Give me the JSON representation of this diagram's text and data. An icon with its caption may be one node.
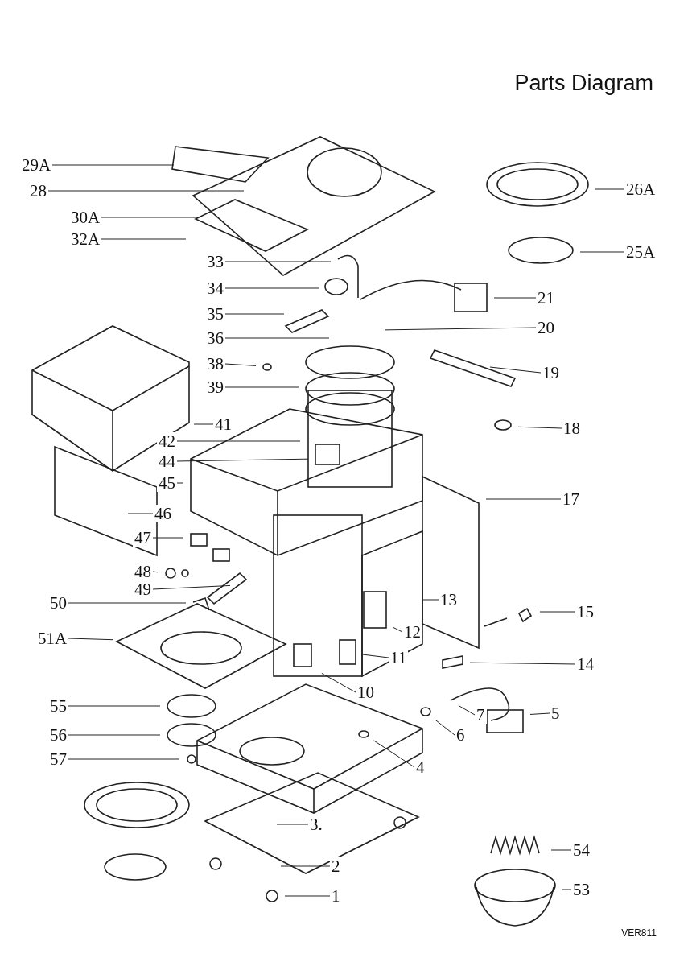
{
  "diagram": {
    "title": "Parts Diagram",
    "nodes": [
      {
        "text": [
          "29A"
        ]
      },
      {
        "text": [
          "28"
        ]
      },
      {
        "text": [
          "26A"
        ]
      },
      {
        "text": [
          "30A"
        ]
      },
      {
        "text": [
          "32A"
        ]
      },
      {
        "text": [
          "25A"
        ]
      },
      {
        "text": [
          "33"
        ]
      },
      {
        "text": [
          "34"
        ]
      },
      {
        "text": [
          "21"
        ]
      },
      {
        "text": [
          "35"
        ]
      },
      {
        "text": [
          "20"
        ]
      },
      {
        "text": [
          "36"
        ]
      },
      {
        "text": [
          "38"
        ]
      },
      {
        "text": [
          "19"
        ]
      },
      {
        "text": [
          "39"
        ]
      },
      {
        "text": [
          "41"
        ]
      },
      {
        "text": [
          "18"
        ]
      },
      {
        "text": [
          "42"
        ]
      },
      {
        "text": [
          "44"
        ]
      },
      {
        "text": [
          "45"
        ]
      },
      {
        "text": [
          "17"
        ]
      },
      {
        "text": [
          "46"
        ]
      },
      {
        "text": [
          "47"
        ]
      },
      {
        "text": [
          "48"
        ]
      },
      {
        "text": [
          "49"
        ]
      },
      {
        "text": [
          "50"
        ]
      },
      {
        "text": [
          "13"
        ]
      },
      {
        "text": [
          "15"
        ]
      },
      {
        "text": [
          "12"
        ]
      },
      {
        "text": [
          "51A"
        ]
      },
      {
        "text": [
          "11"
        ]
      },
      {
        "text": [
          "14"
        ]
      },
      {
        "text": [
          "10"
        ]
      },
      {
        "text": [
          "55"
        ]
      },
      {
        "text": [
          "5"
        ]
      },
      {
        "text": [
          "7"
        ]
      },
      {
        "text": [
          "6"
        ]
      },
      {
        "text": [
          "56"
        ]
      },
      {
        "text": [
          "57"
        ]
      },
      {
        "text": [
          "4"
        ]
      },
      {
        "text": [
          "3."
        ]
      },
      {
        "text": [
          "54"
        ]
      },
      {
        "text": [
          "2"
        ]
      },
      {
        "text": [
          "53"
        ]
      },
      {
        "text": [
          "1"
        ]
      }
    ],
    "edges": [
      {
        "from": 0,
        "to": null,
        "arrow": "none"
      },
      {
        "from": 1,
        "to": null,
        "arrow": "none"
      },
      {
        "from": 2,
        "to": null,
        "arrow": "none"
      },
      {
        "from": 3,
        "to": null,
        "arrow": "none"
      },
      {
        "from": 4,
        "to": null,
        "arrow": "none"
      },
      {
        "from": 5,
        "to": null,
        "arrow": "none"
      },
      {
        "from": 6,
        "to": null,
        "arrow": "none"
      },
      {
        "from": 7,
        "to": null,
        "arrow": "none"
      },
      {
        "from": 8,
        "to": null,
        "arrow": "none"
      },
      {
        "from": 9,
        "to": null,
        "arrow": "none"
      },
      {
        "from": 10,
        "to": null,
        "arrow": "none"
      },
      {
        "from": 11,
        "to": null,
        "arrow": "none"
      },
      {
        "from": 12,
        "to": null,
        "arrow": "none"
      },
      {
        "from": 13,
        "to": null,
        "arrow": "none"
      },
      {
        "from": 14,
        "to": null,
        "arrow": "none"
      },
      {
        "from": 15,
        "to": null,
        "arrow": "none"
      },
      {
        "from": 16,
        "to": null,
        "arrow": "none"
      },
      {
        "from": 17,
        "to": null,
        "arrow": "none"
      },
      {
        "from": 18,
        "to": null,
        "arrow": "none"
      },
      {
        "from": 19,
        "to": null,
        "arrow": "none"
      },
      {
        "from": 20,
        "to": null,
        "arrow": "none"
      },
      {
        "from": 21,
        "to": null,
        "arrow": "none"
      },
      {
        "from": 22,
        "to": null,
        "arrow": "none"
      },
      {
        "from": 23,
        "to": null,
        "arrow": "none"
      },
      {
        "from": 24,
        "to": null,
        "arrow": "none"
      },
      {
        "from": 25,
        "to": null,
        "arrow": "none"
      },
      {
        "from": 26,
        "to": null,
        "arrow": "none"
      },
      {
        "from": 27,
        "to": null,
        "arrow": "none"
      },
      {
        "from": 28,
        "to": null,
        "arrow": "none"
      },
      {
        "from": 29,
        "to": null,
        "arrow": "none"
      },
      {
        "from": 30,
        "to": null,
        "arrow": "none"
      },
      {
        "from": 31,
        "to": null,
        "arrow": "none"
      },
      {
        "from": 32,
        "to": null,
        "arrow": "none"
      },
      {
        "from": 33,
        "to": null,
        "arrow": "none"
      },
      {
        "from": 34,
        "to": null,
        "arrow": "none"
      },
      {
        "from": 35,
        "to": null,
        "arrow": "none"
      },
      {
        "from": 36,
        "to": null,
        "arrow": "none"
      },
      {
        "from": 37,
        "to": null,
        "arrow": "none"
      },
      {
        "from": 38,
        "to": null,
        "arrow": "none"
      },
      {
        "from": 39,
        "to": null,
        "arrow": "none"
      },
      {
        "from": 40,
        "to": null,
        "arrow": "none"
      },
      {
        "from": 41,
        "to": null,
        "arrow": "none"
      },
      {
        "from": 42,
        "to": null,
        "arrow": "none"
      },
      {
        "from": 43,
        "to": null,
        "arrow": "none"
      },
      {
        "from": 44,
        "to": null,
        "arrow": "none"
      }
    ],
    "labels": [
      "VER811"
    ]
  }
}
